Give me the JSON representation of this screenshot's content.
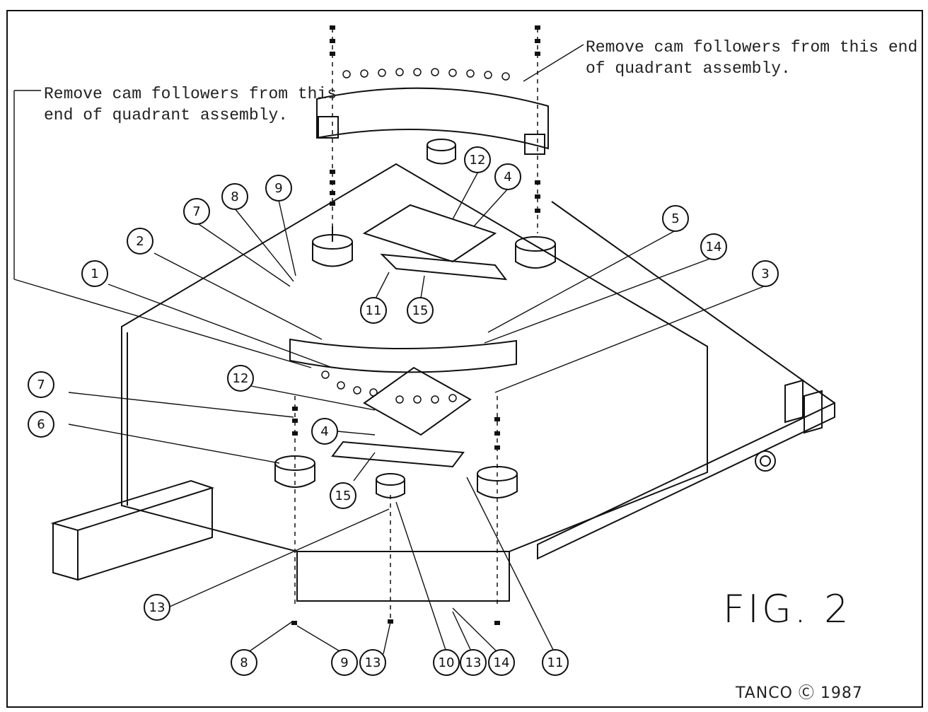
{
  "notes": {
    "left": "Remove cam followers from this end of quadrant assembly.",
    "right": "Remove cam followers from this end of quadrant assembly."
  },
  "figure_label": "FIG. 2",
  "copyright": "TANCO Ⓒ 1987",
  "callouts": [
    "9",
    "8",
    "7",
    "2",
    "1",
    "12",
    "4",
    "5",
    "14",
    "3",
    "11",
    "15",
    "7",
    "12",
    "6",
    "4",
    "15",
    "13",
    "8",
    "9",
    "13",
    "10",
    "13",
    "14",
    "11"
  ]
}
